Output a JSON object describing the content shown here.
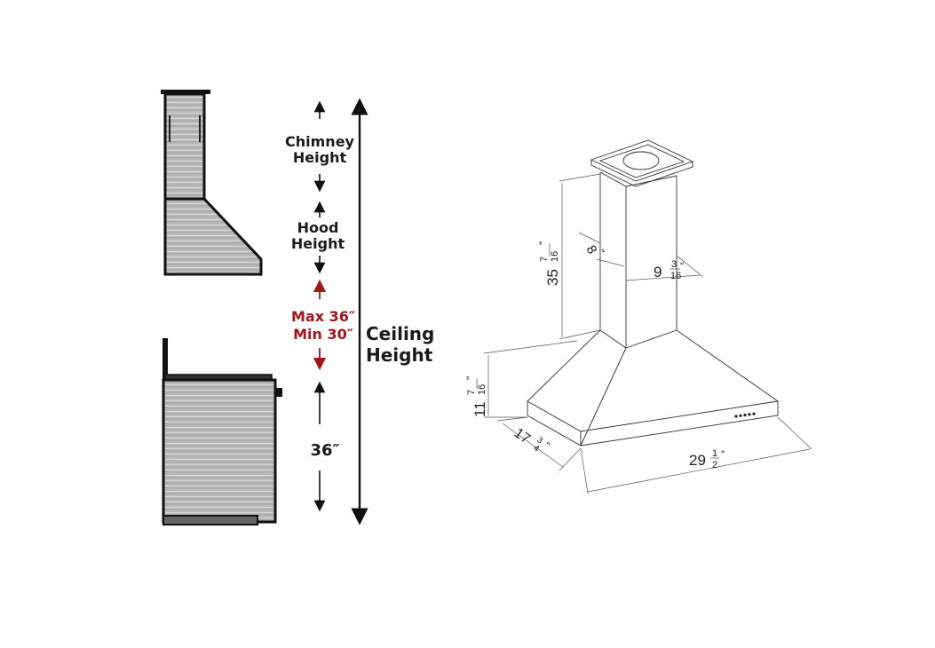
{
  "side_view": {
    "chimney_label": [
      "Chimney",
      "Height"
    ],
    "hood_label": [
      "Hood",
      "Height"
    ],
    "clearance_max": "Max 36″",
    "clearance_min": "Min 30″",
    "counter_height": "36″",
    "ceiling_label": [
      "Ceiling",
      "Height"
    ],
    "accent_color": "#a0161b"
  },
  "hood_drawing": {
    "chimney_height": {
      "whole": "35",
      "num": "7",
      "den": "16",
      "unit": "\""
    },
    "chimney_depth": {
      "whole": "8",
      "unit": "\""
    },
    "chimney_width": {
      "whole": "9",
      "num": "3",
      "den": "16",
      "unit": "\""
    },
    "hood_height": {
      "whole": "11",
      "num": "7",
      "den": "16",
      "unit": "\""
    },
    "hood_depth": {
      "whole": "17",
      "num": "3",
      "den": "4",
      "unit": "\""
    },
    "hood_width": {
      "whole": "29",
      "num": "1",
      "den": "2",
      "unit": "\""
    }
  }
}
